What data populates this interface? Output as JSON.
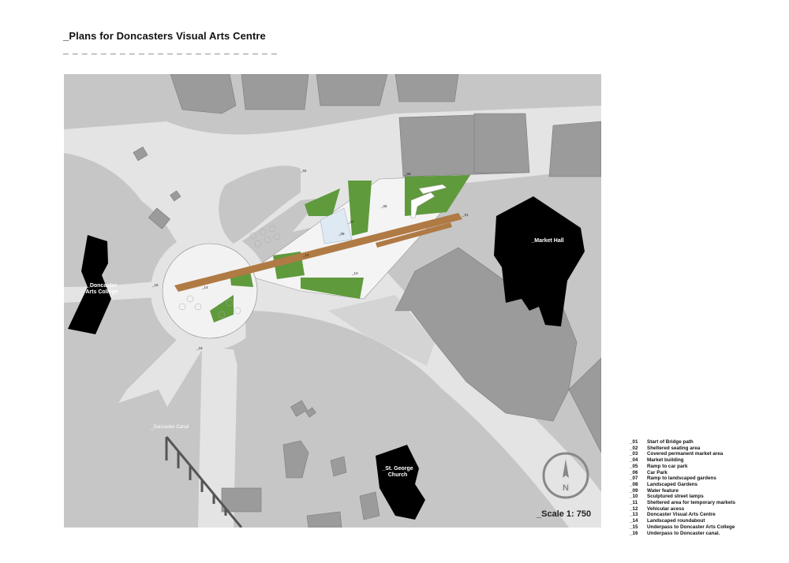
{
  "title": "_Plans for Doncasters Visual Arts Centre",
  "title_underline": "_ _ _ _ _ _ _ _ _ _ _ _ _ _ _ _ _ _ _ _ _ _ _",
  "buildings": {
    "arts_college": "_Doncaster\nArts College",
    "market_hall": "_Market Hall",
    "st_george": "_St. George\nChurch"
  },
  "canal_label": "_Doncaster Canal",
  "plan_numbers": {
    "n04": "_04",
    "n09": "_09",
    "n06": "_06",
    "n07": "_07",
    "n08": "_08",
    "n13": "_13",
    "n14": "_14",
    "n15": "_15",
    "n16": "_16",
    "n12": "_12",
    "n01": "_01"
  },
  "compass_letter": "N",
  "scale": "_Scale 1: 750",
  "legend": [
    {
      "num": "_01",
      "text": "Start of Bridge path"
    },
    {
      "num": "_02",
      "text": "Sheltered seating area"
    },
    {
      "num": "_03",
      "text": "Covered permanent market area"
    },
    {
      "num": "_04",
      "text": "Market building"
    },
    {
      "num": "_05",
      "text": "Ramp to car park"
    },
    {
      "num": "_06",
      "text": "Car Park"
    },
    {
      "num": "_07",
      "text": "Ramp to landscaped gardens"
    },
    {
      "num": "_08",
      "text": "Landscaped Gardens"
    },
    {
      "num": "_09",
      "text": "Water feature"
    },
    {
      "num": "_10",
      "text": "Sculptured street lamps"
    },
    {
      "num": "_11",
      "text": "Sheltered area for temporary markets"
    },
    {
      "num": "_12",
      "text": "Vehicular acess"
    },
    {
      "num": "_13",
      "text": "Doncaster Visual Arts Centre"
    },
    {
      "num": "_14",
      "text": "Landscaped roundabout"
    },
    {
      "num": "_15",
      "text": "Underpass to Doncaster Arts College"
    },
    {
      "num": "_16",
      "text": "Underpass to Doncaster canal."
    }
  ],
  "colors": {
    "ground": "#c9c9c9",
    "road": "#e6e6e6",
    "building": "#9a9a9a",
    "landmark": "#000000",
    "grass": "#5f9a3c",
    "bridge": "#b07a45"
  }
}
